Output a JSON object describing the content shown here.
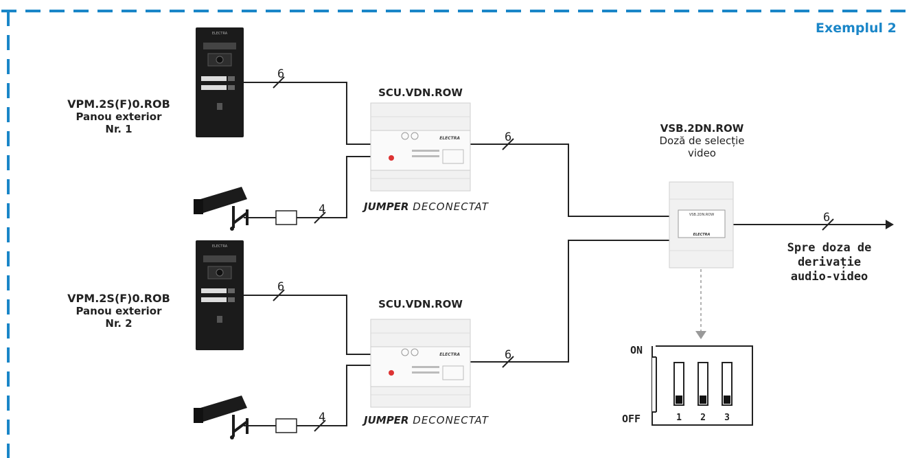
{
  "header": {
    "title": "Exemplul 2"
  },
  "panel_1": {
    "model": "VPM.2S(F)0.ROB",
    "desc": "Panou exterior",
    "num": "Nr. 1"
  },
  "panel_2": {
    "model": "VPM.2S(F)0.ROB",
    "desc": "Panou exterior",
    "num": "Nr. 2"
  },
  "scu_1": {
    "model": "SCU.VDN.ROW",
    "jumper_word": "JUMPER",
    "jumper_state": "DECONECTAT"
  },
  "scu_2": {
    "model": "SCU.VDN.ROW",
    "jumper_word": "JUMPER",
    "jumper_state": "DECONECTAT"
  },
  "vsb": {
    "model": "VSB.2DN.ROW",
    "line1": "Doză de selecție",
    "line2": "video",
    "label_small": "VSB.2DN.ROW",
    "brand": "ELECTRA"
  },
  "output": {
    "line1": "Spre doza de",
    "line2": "derivație",
    "line3": "audio-video"
  },
  "wires": {
    "panel_1": "6",
    "panel_2": "6",
    "scu_1_out": "6",
    "scu_2_out": "6",
    "cam_1": "4",
    "cam_2": "4",
    "out": "6"
  },
  "dip_switch": {
    "on_label": "ON",
    "off_label": "OFF",
    "switches": [
      "1",
      "2",
      "3"
    ],
    "states": [
      "OFF",
      "OFF",
      "OFF"
    ]
  },
  "device_text": {
    "brand": "ELECTRA",
    "panel_brand": "ELECTRA"
  },
  "colors": {
    "accent": "#1a86c8",
    "wire": "#222222",
    "panel": "#1b1b1b"
  }
}
